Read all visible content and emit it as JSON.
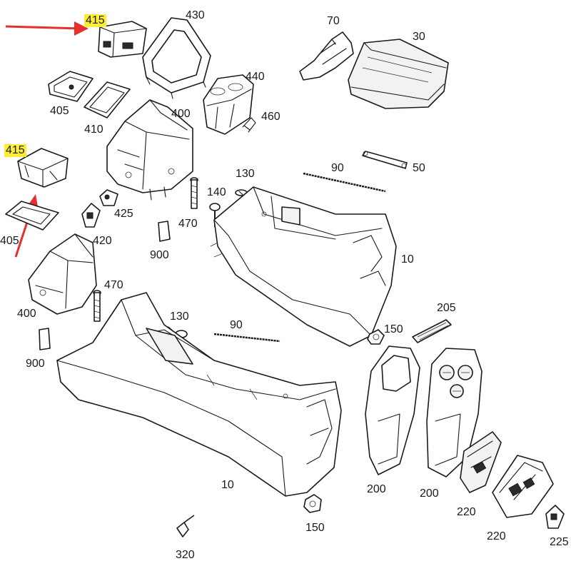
{
  "colors": {
    "highlight": "#ffee33",
    "arrow": "#e53030",
    "line": "#1a1a1a"
  },
  "labels": {
    "p415_top": "415",
    "p415_left": "415",
    "p430": "430",
    "p70": "70",
    "p30": "30",
    "p405_top": "405",
    "p410": "410",
    "p400_top": "400",
    "p440": "440",
    "p460": "460",
    "p405_left": "405",
    "p425": "425",
    "p420": "420",
    "p470_mid": "470",
    "p900_mid": "900",
    "p130_top": "130",
    "p90_top": "90",
    "p50": "50",
    "p140": "140",
    "p10_top": "10",
    "p400_left": "400",
    "p470_left": "470",
    "p900_left": "900",
    "p130_bottom": "130",
    "p90_bottom": "90",
    "p205": "205",
    "p150_top": "150",
    "p10_bottom": "10",
    "p200_a": "200",
    "p200_b": "200",
    "p220_a": "220",
    "p220_b": "220",
    "p150_bottom": "150",
    "p320": "320",
    "p225": "225"
  }
}
